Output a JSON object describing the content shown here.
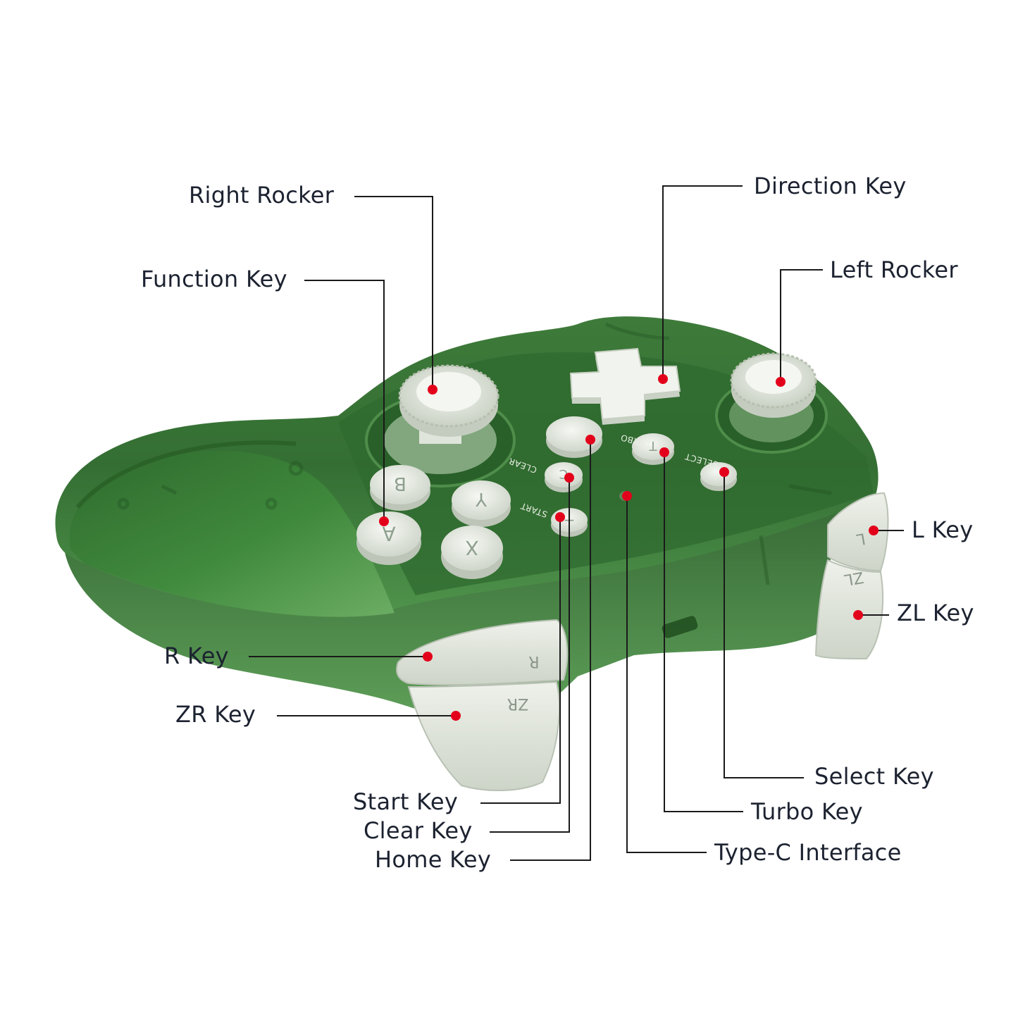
{
  "diagram": {
    "callouts": [
      {
        "id": "right-rocker",
        "label": "Right Rocker"
      },
      {
        "id": "function-key",
        "label": "Function Key"
      },
      {
        "id": "direction-key",
        "label": "Direction Key"
      },
      {
        "id": "left-rocker",
        "label": "Left Rocker"
      },
      {
        "id": "l-key",
        "label": "L Key"
      },
      {
        "id": "zl-key",
        "label": "ZL Key"
      },
      {
        "id": "r-key",
        "label": "R Key"
      },
      {
        "id": "zr-key",
        "label": "ZR Key"
      },
      {
        "id": "start-key",
        "label": "Start Key"
      },
      {
        "id": "clear-key",
        "label": "Clear Key"
      },
      {
        "id": "home-key",
        "label": "Home Key"
      },
      {
        "id": "select-key",
        "label": "Select Key"
      },
      {
        "id": "turbo-key",
        "label": "Turbo Key"
      },
      {
        "id": "type-c-interface",
        "label": "Type-C Interface"
      }
    ],
    "controller": {
      "body_color": "#3f7a3c",
      "face_buttons": [
        "B",
        "Y",
        "A",
        "X"
      ],
      "panel_labels": {
        "clear": "CLEAR",
        "turbo": "TURBO",
        "start": "START",
        "select": "SELECT",
        "turbo_key": "T",
        "clear_key": "C"
      },
      "trigger_labels": {
        "r": "R",
        "zr": "ZR",
        "l": "L",
        "zl": "ZL"
      }
    },
    "marker_color": "#e3001b",
    "leader_color": "#1a1a1a"
  }
}
